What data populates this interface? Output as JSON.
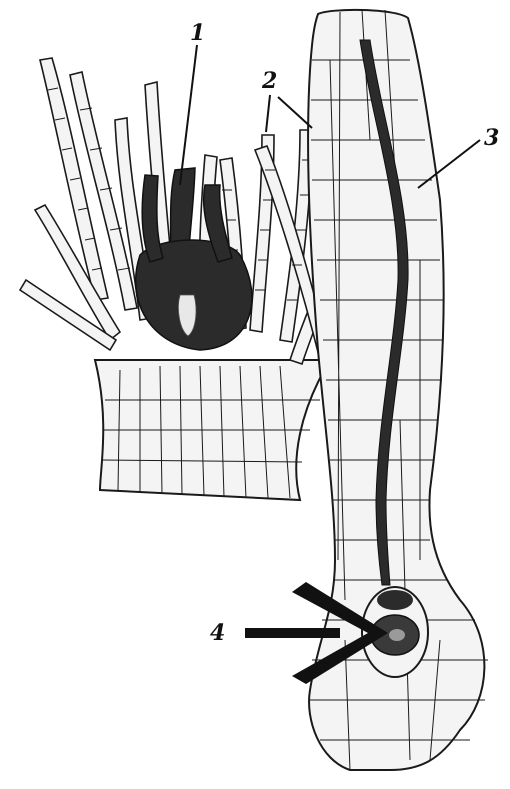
{
  "figure": {
    "labels": [
      {
        "id": "1",
        "text": "1"
      },
      {
        "id": "2",
        "text": "2"
      },
      {
        "id": "3",
        "text": "3"
      },
      {
        "id": "4",
        "text": "4"
      }
    ],
    "colors": {
      "ink": "#1a1a1a",
      "cell_fill": "#f4f4f4",
      "dark_tissue": "#2b2b2b",
      "background": "#ffffff"
    }
  }
}
